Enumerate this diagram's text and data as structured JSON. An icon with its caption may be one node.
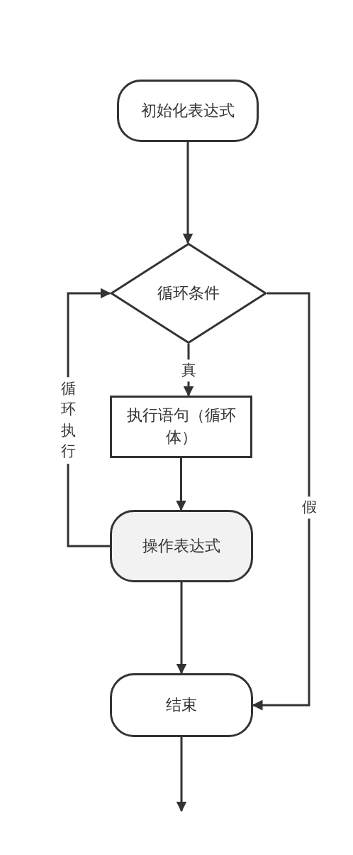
{
  "diagram": {
    "nodes": [
      {
        "text": [
          "初始化表达式"
        ]
      },
      {
        "text": [
          "循环条件"
        ]
      },
      {
        "text": [
          "执行语句（循环体）"
        ]
      },
      {
        "text": [
          "操作表达式"
        ]
      },
      {
        "text": [
          "结束"
        ]
      }
    ],
    "edges": [
      {
        "from": 0,
        "to": 1,
        "arrow": "to"
      },
      {
        "from": 1,
        "to": 2,
        "arrow": "to",
        "label": "真"
      },
      {
        "from": 2,
        "to": 3,
        "arrow": "to"
      },
      {
        "from": 3,
        "to": 4,
        "arrow": "to"
      },
      {
        "from": 3,
        "to": 1,
        "arrow": "to",
        "label": "循环执行"
      },
      {
        "from": 1,
        "to": 4,
        "arrow": "to",
        "label": "假"
      },
      {
        "from": 4,
        "to": null,
        "arrow": "to"
      }
    ]
  }
}
